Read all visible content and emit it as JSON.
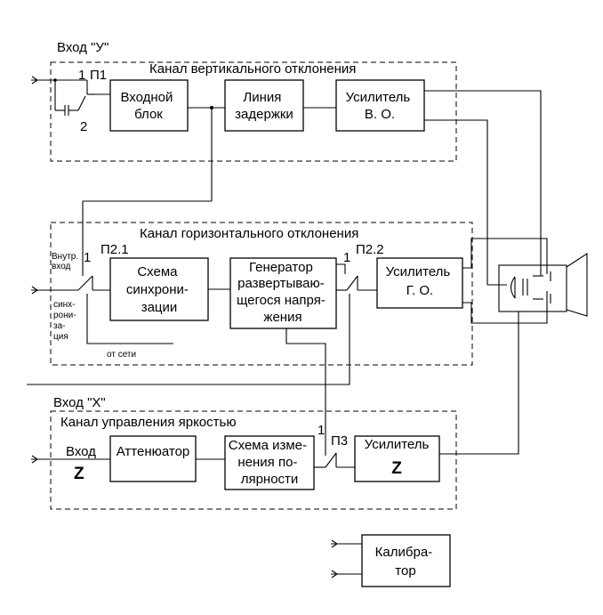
{
  "groups": {
    "vertical": "Канал вертикального отклонения",
    "horizontal": "Канал горизонтального отклонения",
    "brightness": "Канал управления яркостью"
  },
  "inputs": {
    "y": "Вход \"У\"",
    "x": "Вход \"Х\"",
    "z_top": "Вход",
    "z_bottom": "Z"
  },
  "blocks": {
    "input_block": [
      "Входной",
      "блок"
    ],
    "delay_line": [
      "Линия",
      "задержки"
    ],
    "amp_vo": [
      "Усилитель",
      "В. О."
    ],
    "sync_scheme": [
      "Схема",
      "синхрони-",
      "зации"
    ],
    "sweep_gen": [
      "Генератор",
      "развертываю-",
      "щегося напря-",
      "жения"
    ],
    "amp_go": [
      "Усилитель",
      "Г. О."
    ],
    "attenuator": [
      "Аттенюатор"
    ],
    "polarity": [
      "Схема изме-",
      "нения по-",
      "лярности"
    ],
    "amp_z": [
      "Усилитель",
      "Z"
    ],
    "calibrator": [
      "Калибра-",
      "тор"
    ]
  },
  "switches": {
    "p1": "П1",
    "p1_pos1": "1",
    "p1_pos2": "2",
    "p21": "П2.1",
    "p21_pos1": "1",
    "p22": "П2.2",
    "p22_pos1": "1",
    "p3": "П3",
    "p3_pos1": "1"
  },
  "labels": {
    "internal_input": [
      "Внутр.",
      "вход"
    ],
    "sync": [
      "синх-",
      "рони-",
      "за-",
      "ция"
    ],
    "mains": "от сети"
  }
}
